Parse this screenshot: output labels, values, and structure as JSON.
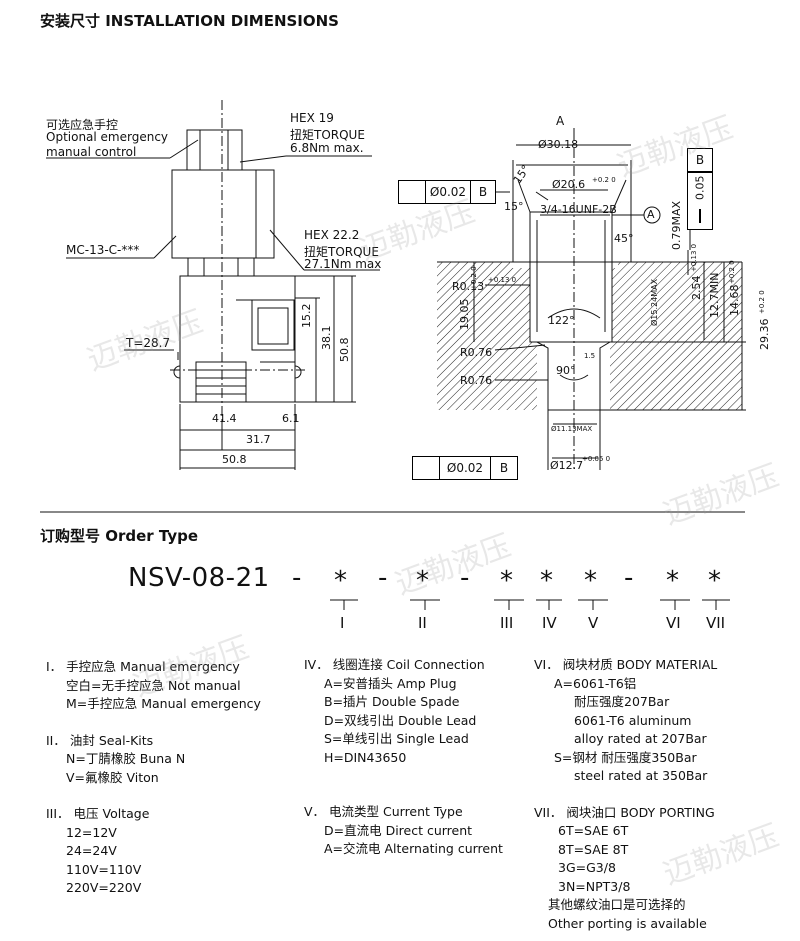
{
  "headers": {
    "installation": "安装尺寸 INSTALLATION DIMENSIONS",
    "order": "订购型号 Order Type"
  },
  "left_drawing": {
    "manual_cn": "可选应急手控",
    "manual_en1": "Optional emergency",
    "manual_en2": "manual control",
    "hex19": "HEX 19",
    "torque1_cn": "扭矩TORQUE",
    "torque1_val": "6.8Nm max.",
    "coil": "MC-13-C-***",
    "hex22": "HEX 22.2",
    "torque2_cn": "扭矩TORQUE",
    "torque2_val": "27.1Nm max",
    "t": "T=28.7",
    "d15": "15.2",
    "d38": "38.1",
    "d50v": "50.8",
    "d41": "41.4",
    "d6": "6.1",
    "d31": "31.7",
    "d50h": "50.8"
  },
  "right_drawing": {
    "a": "A",
    "d30": "Ø30.18",
    "fcf1_val": "Ø0.02",
    "fcf1_ref": "B",
    "d20": "Ø20.6",
    "d20_tol": "+0.2 0",
    "deg15a": "15°",
    "deg15b": "15°",
    "thread": "3/4-16UNF-2B",
    "a_circle": "A",
    "deg45": "45°",
    "r079": "0.79MAX",
    "fcf2_val": "0.05",
    "fcf2_ref": "B",
    "r013": "R0.13",
    "r013_tol": "+0.13 0",
    "d1905": "19.05",
    "d1905_tol": "+0.2 0",
    "d254": "2.54",
    "d254_tol": "+0.13 0",
    "d27": "12.7MIN",
    "d1468": "14.68",
    "d1468_tol": "+0.2 0",
    "d2936": "29.36",
    "d2936_tol": "+0.2 0",
    "deg122": "122°",
    "d1524": "Ø15.24MAX",
    "r076a": "R0.76",
    "r076b": "R0.76",
    "small": "1.5",
    "deg90": "90°",
    "d1113": "Ø11.13MAX",
    "fcf3_val": "Ø0.02",
    "fcf3_ref": "B",
    "d127": "Ø12.7",
    "d127_tol": "+0.05 0"
  },
  "order": {
    "code": [
      "NSV-08-21",
      "-",
      "*",
      "-",
      "*",
      "-",
      "*",
      "*",
      "*",
      "-",
      "*",
      "*"
    ],
    "romans": [
      "I",
      "II",
      "III",
      "IV",
      "V",
      "VI",
      "VII"
    ]
  },
  "specs": {
    "col1": [
      "I． 手控应急 Manual emergency",
      "空白=无手控应急 Not manual",
      "M=手控应急  Manual emergency",
      "",
      "II． 油封 Seal-Kits",
      "N=丁腈橡胶 Buna  N",
      "V=氟橡胶 Viton",
      "",
      "III． 电压 Voltage",
      "12=12V",
      "24=24V",
      "110V=110V",
      "220V=220V"
    ],
    "col2": [
      "IV． 线圈连接 Coil Connection",
      "A=安普插头  Amp Plug",
      "B=插片  Double  Spade",
      "D=双线引出  Double Lead",
      "S=单线引出  Single  Lead",
      "H=DIN43650",
      "",
      "",
      "V．  电流类型 Current Type",
      "D=直流电  Direct current",
      "A=交流电  Alternating current"
    ],
    "col3": [
      "VI． 阀块材质 BODY MATERIAL",
      "A=6061-T6铝",
      "耐压强度207Bar",
      "6061-T6 aluminum",
      "alloy rated at 207Bar",
      "S=钢材  耐压强度350Bar",
      "steel rated at 350Bar",
      "",
      "VII． 阀块油口 BODY PORTING",
      "6T=SAE 6T",
      "8T=SAE 8T",
      "3G=G3/8",
      "3N=NPT3/8",
      "其他螺纹油口是可选择的",
      "Other porting is available"
    ]
  },
  "watermarks": [
    "迈勒液压",
    "迈勒液压",
    "迈勒液压",
    "迈勒液压",
    "迈勒液压",
    "迈勒液压",
    "迈勒液压"
  ],
  "colors": {
    "ink": "#111111",
    "hatch": "#222222",
    "watermark": "#c8c8c8"
  }
}
